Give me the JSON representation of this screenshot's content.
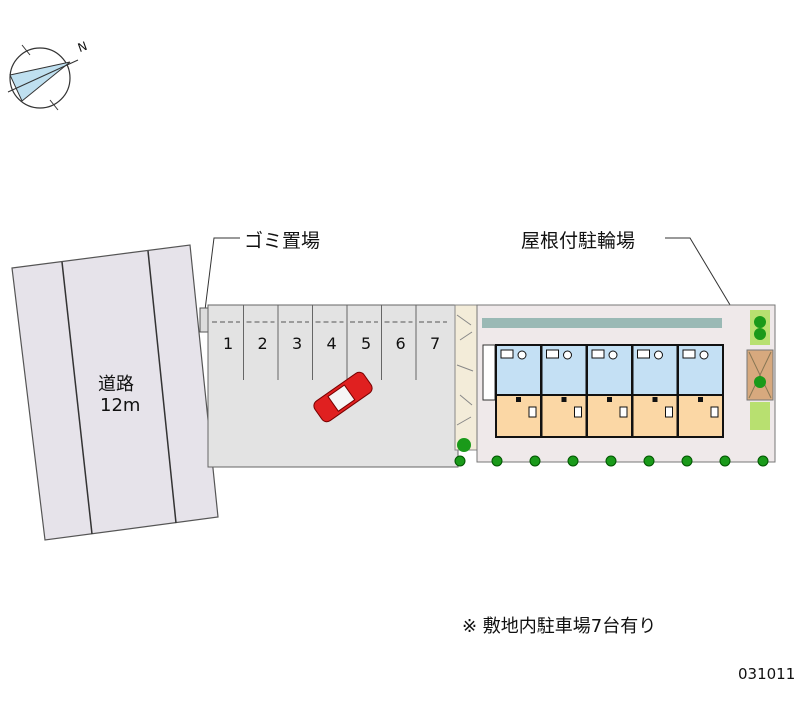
{
  "compass": {
    "north_label": "N"
  },
  "road": {
    "name": "道路",
    "width": "12m"
  },
  "labels": {
    "garbage": "ゴミ置場",
    "bicycle_parking": "屋根付駐輪場",
    "note": "※ 敷地内駐車場7台有り",
    "code": "031011"
  },
  "parking_spaces": [
    "1",
    "2",
    "3",
    "4",
    "5",
    "6",
    "7"
  ],
  "colors": {
    "road": "#e6e3ea",
    "lot": "#e3e3e3",
    "wet_area": "#c4e0f4",
    "room": "#fbd7a5",
    "car": "#e02020",
    "tree": "#1a9a1a"
  }
}
